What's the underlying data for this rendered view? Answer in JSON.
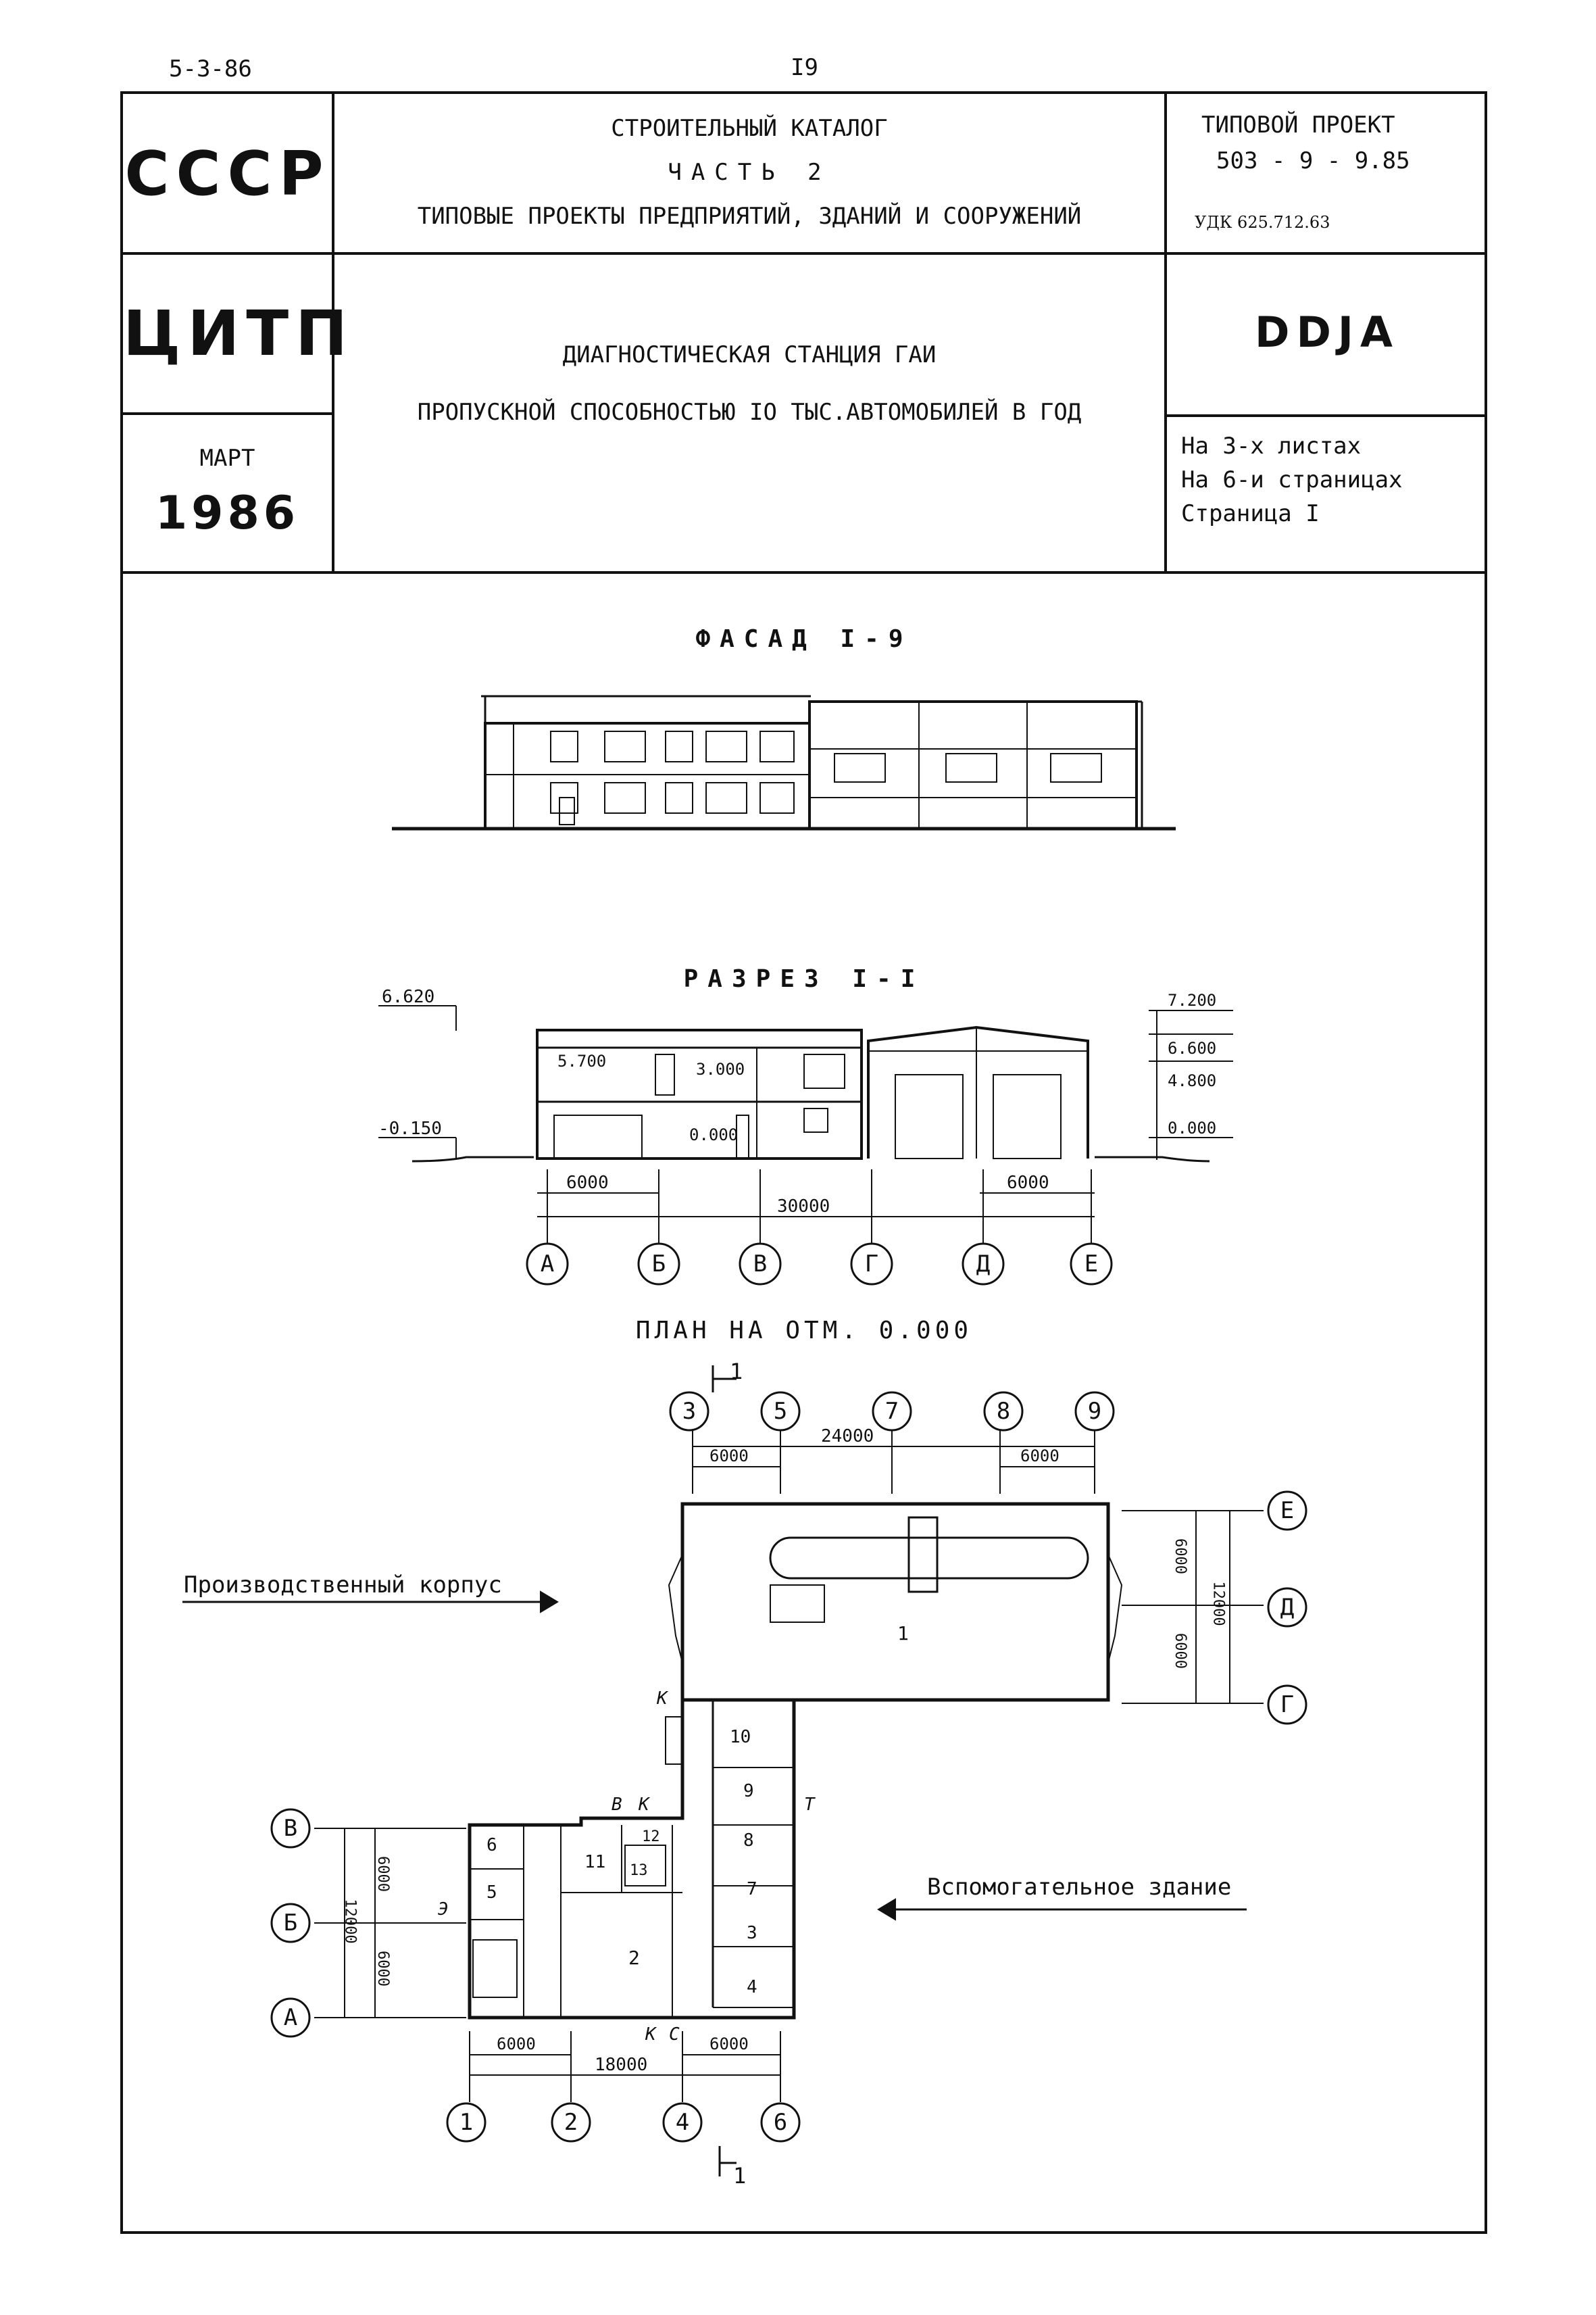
{
  "page_top": {
    "left": "5-3-86",
    "page_number": "I9"
  },
  "header": {
    "org1": "СССР",
    "org2": "ЦИТП",
    "catalog_line1": "СТРОИТЕЛЬНЫЙ  КАТАЛОГ",
    "catalog_line2": "ЧАСТЬ 2",
    "catalog_line3": "ТИПОВЫЕ ПРОЕКТЫ ПРЕДПРИЯТИЙ, ЗДАНИЙ И СООРУЖЕНИЙ",
    "project_label": "ТИПОВОЙ ПРОЕКТ",
    "project_number": "503 - 9 - 9.85",
    "udk": "УДК 625.712.63",
    "title_line1": "ДИАГНОСТИЧЕСКАЯ СТАНЦИЯ ГАИ",
    "title_line2": "ПРОПУСКНОЙ СПОСОБНОСТЬЮ IO ТЫС.АВТОМОБИЛЕЙ В ГОД",
    "code": "DDJA",
    "month": "МАРТ",
    "year": "1986",
    "sheets": "На 3-х  листах",
    "pages": "На 6-и страницах",
    "page": "Страница I"
  },
  "drawings": {
    "facade_title": "ФАСАД I-9",
    "section_title": "РАЗРЕЗ I-I",
    "plan_title": "ПЛАН НА ОТМ. 0.000",
    "section_levels": [
      "6.620",
      "-0.150",
      "5.700",
      "3.000",
      "0.000",
      "7.200",
      "6.600",
      "4.800",
      "0.000"
    ],
    "section_dims": [
      "6000",
      "30000",
      "6000"
    ],
    "section_axes": [
      "А",
      "Б",
      "В",
      "Г",
      "Д",
      "Е"
    ],
    "plan_top_axes": [
      "3",
      "5",
      "7",
      "8",
      "9"
    ],
    "plan_top_dims": [
      "24000",
      "6000",
      "6000"
    ],
    "plan_right_axes": [
      "Е",
      "Д",
      "Г"
    ],
    "plan_right_dims": [
      "6000",
      "6000",
      "12000"
    ],
    "plan_left_axes": [
      "В",
      "Б",
      "А"
    ],
    "plan_left_dims": [
      "6000",
      "6000",
      "12000"
    ],
    "plan_bottom_axes": [
      "1",
      "2",
      "4",
      "6"
    ],
    "plan_bottom_dims": [
      "6000",
      "18000",
      "6000"
    ],
    "section_mark": "1",
    "rooms": [
      "1",
      "2",
      "3",
      "4",
      "5",
      "6",
      "7",
      "8",
      "9",
      "10",
      "11",
      "12",
      "13"
    ],
    "entry_marks": [
      "В",
      "К",
      "Т",
      "Э",
      "К",
      "С",
      "К"
    ],
    "label_production": "Производственный  корпус",
    "label_auxiliary": "Вспомогательное здание"
  }
}
